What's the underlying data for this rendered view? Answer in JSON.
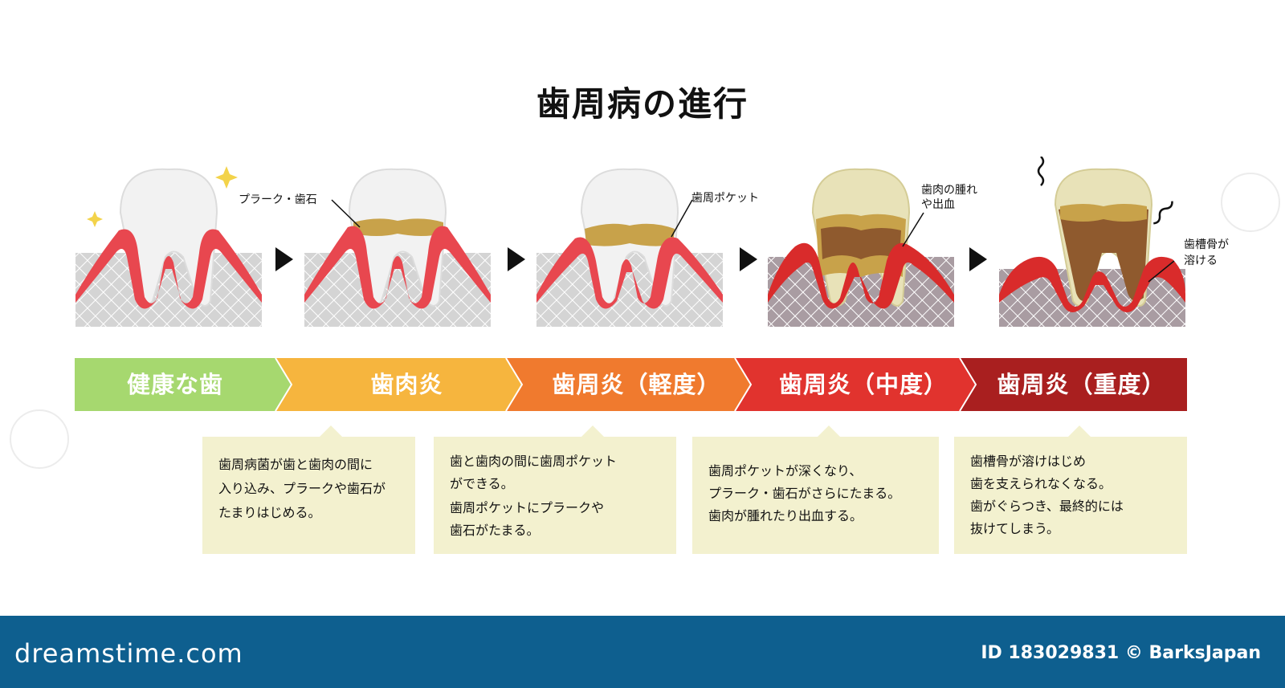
{
  "title": "歯周病の進行",
  "stages": [
    {
      "name": "健康な歯",
      "color": "#a6d86f"
    },
    {
      "name": "歯肉炎",
      "color": "#f6b53e"
    },
    {
      "name": "歯周炎（軽度）",
      "color": "#f07a2e"
    },
    {
      "name": "歯周炎（中度）",
      "color": "#e1332e"
    },
    {
      "name": "歯周炎（重度）",
      "color": "#a91f1f"
    }
  ],
  "annotations": {
    "plaque": "プラーク・歯石",
    "pocket": "歯周ポケット",
    "swelling_line1": "歯肉の腫れ",
    "swelling_line2": "や出血",
    "bone_line1": "歯槽骨が",
    "bone_line2": "溶ける"
  },
  "descriptions": [
    {
      "lines": [
        "歯周病菌が歯と歯肉の間に",
        "入り込み、プラークや歯石が",
        "たまりはじめる。"
      ]
    },
    {
      "lines": [
        "歯と歯肉の間に歯周ポケット",
        "ができる。",
        "歯周ポケットにプラークや",
        "歯石がたまる。"
      ]
    },
    {
      "lines": [
        "歯周ポケットが深くなり、",
        "プラーク・歯石がさらにたまる。",
        "歯肉が腫れたり出血する。"
      ]
    },
    {
      "lines": [
        "歯槽骨が溶けはじめ",
        "歯を支えられなくなる。",
        "歯がぐらつき、最終的には",
        "抜けてしまう。"
      ]
    }
  ],
  "footer": {
    "brand": "dreamstime.com",
    "credit": "ID 183029831 © BarksJapan"
  },
  "colors": {
    "gum": "#e8474f",
    "gum_light": "#f6b8b6",
    "bone": "#c9c9c9",
    "plaque": "#c8a24a",
    "footer": "#0e5f8f",
    "description_box": "#f3f1cf"
  }
}
